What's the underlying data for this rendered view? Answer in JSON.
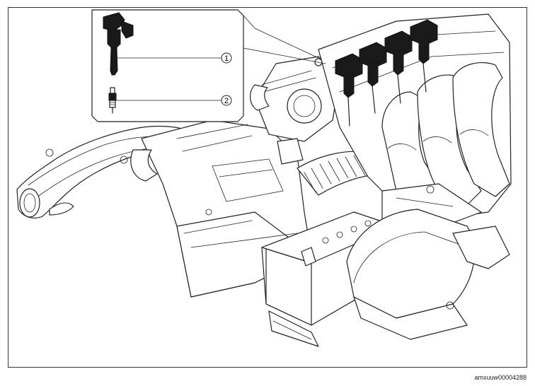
{
  "callouts": [
    {
      "number": "1",
      "part": "ignition coil"
    },
    {
      "number": "2",
      "part": "spark plug"
    }
  ],
  "image_code": "amxuuw00004288"
}
